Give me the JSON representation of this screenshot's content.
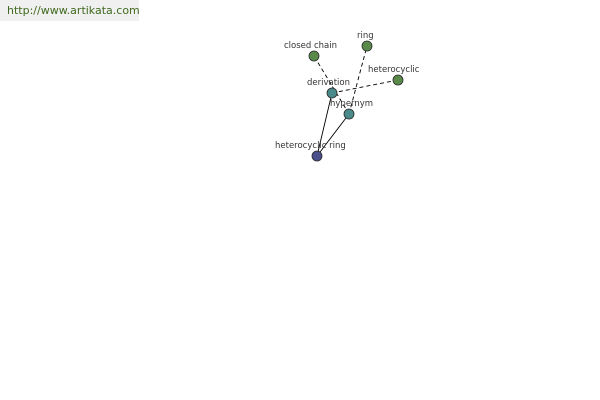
{
  "header": {
    "url": "http://www.artikata.com"
  },
  "graph": {
    "nodes": [
      {
        "id": "heterocyclic-ring",
        "label": "heterocyclic ring",
        "color": "#4a4e8a"
      },
      {
        "id": "derivation",
        "label": "derivation",
        "color": "#4a8a8a"
      },
      {
        "id": "hypernym",
        "label": "hypernym",
        "color": "#4a8a8a"
      },
      {
        "id": "closed-chain",
        "label": "closed chain",
        "color": "#5a8a4a"
      },
      {
        "id": "ring",
        "label": "ring",
        "color": "#5a8a4a"
      },
      {
        "id": "heterocyclic",
        "label": "heterocyclic",
        "color": "#5a8a4a"
      }
    ],
    "edges": [
      {
        "from": "heterocyclic-ring",
        "to": "derivation",
        "style": "solid"
      },
      {
        "from": "heterocyclic-ring",
        "to": "hypernym",
        "style": "solid"
      },
      {
        "from": "derivation",
        "to": "heterocyclic",
        "style": "dashed"
      },
      {
        "from": "hypernym",
        "to": "closed-chain",
        "style": "dashed"
      },
      {
        "from": "hypernym",
        "to": "ring",
        "style": "dashed"
      }
    ]
  }
}
